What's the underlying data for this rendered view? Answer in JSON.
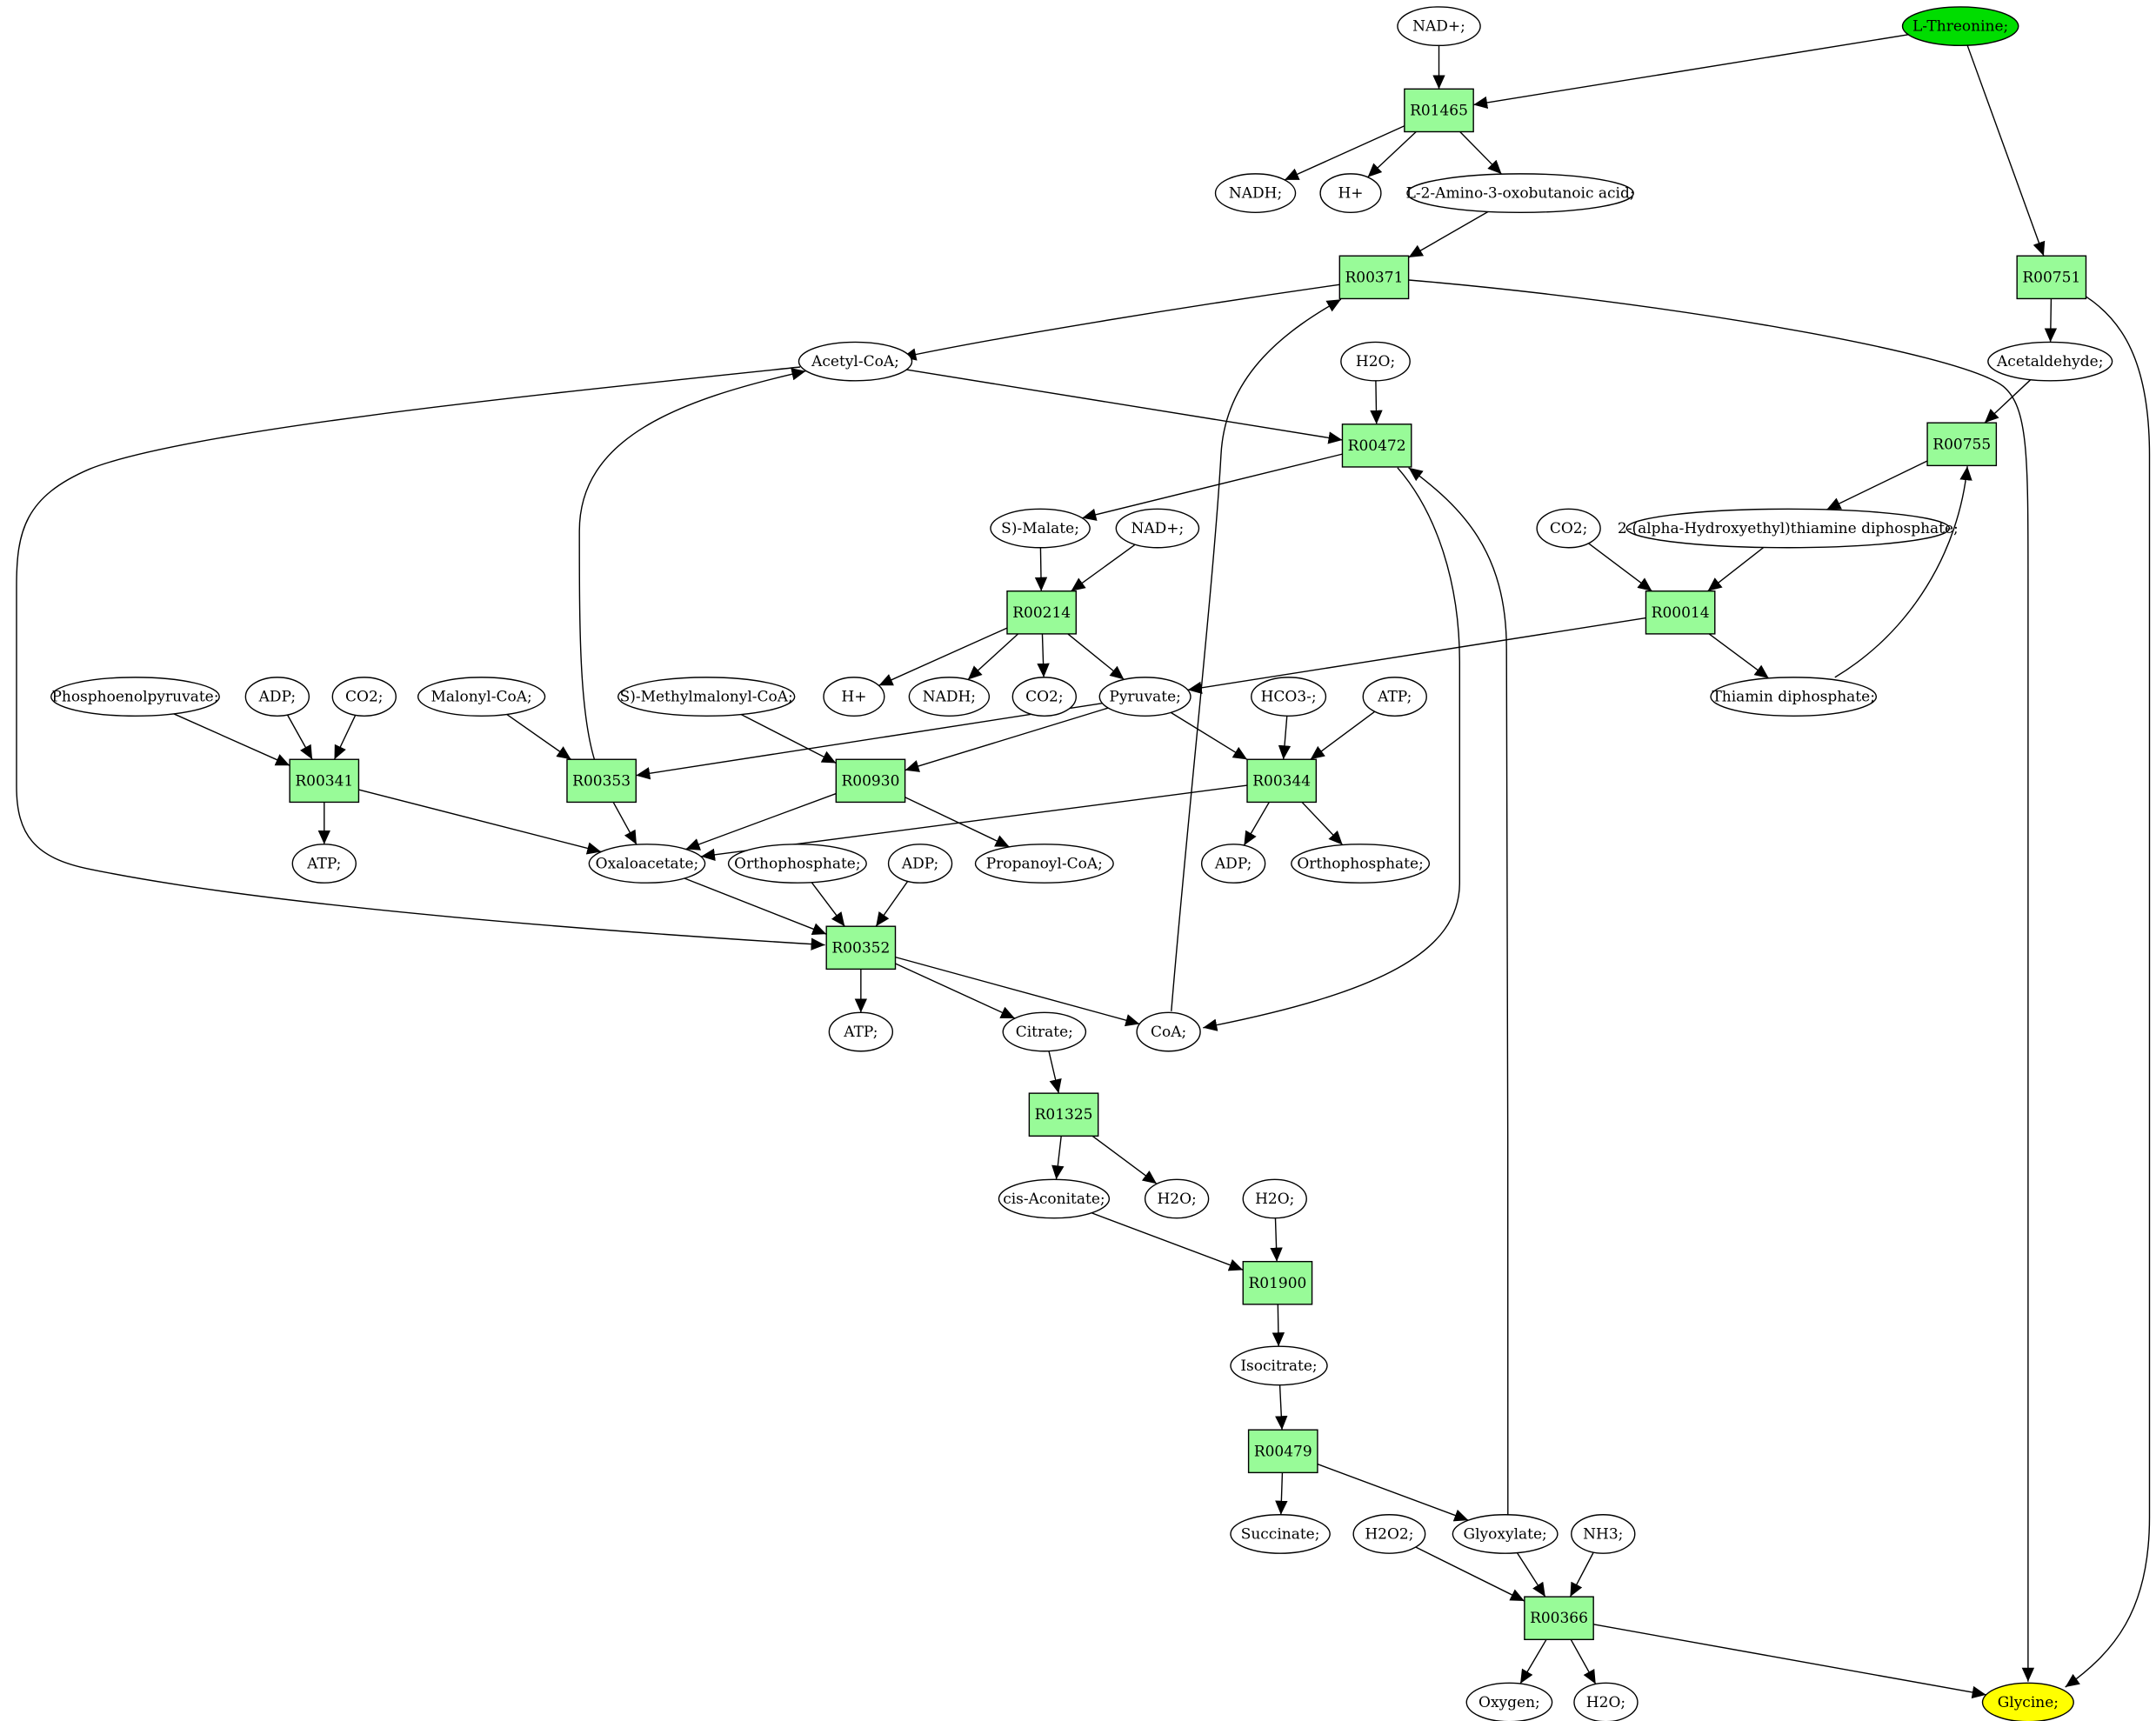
{
  "colors": {
    "reaction_fill": "#98fb98",
    "metabolite_fill": "#ffffff",
    "source_fill": "#00dd00",
    "target_fill": "#ffff00",
    "stroke": "#000000"
  },
  "reactions": {
    "R01465": "R01465",
    "R00371": "R00371",
    "R00751": "R00751",
    "R00472": "R00472",
    "R00755": "R00755",
    "R00214": "R00214",
    "R00014": "R00014",
    "R00341": "R00341",
    "R00353": "R00353",
    "R00930": "R00930",
    "R00344": "R00344",
    "R00352": "R00352",
    "R01325": "R01325",
    "R01900": "R01900",
    "R00479": "R00479",
    "R00366": "R00366"
  },
  "metabolites": {
    "nad_1": "NAD+;",
    "l_threonine": "L-Threonine;",
    "nadh_1": "NADH;",
    "h_1": "H+",
    "amino_oxobutanoate": "L-2-Amino-3-oxobutanoic acid;",
    "acetyl_coa": "Acetyl-CoA;",
    "h2o_1": "H2O;",
    "acetaldehyde": "Acetaldehyde;",
    "s_malate": "S)-Malate;",
    "nad_2": "NAD+;",
    "co2_1": "CO2;",
    "hydroxyethyl_tpp": "2-(alpha-Hydroxyethyl)thiamine diphosphate;",
    "h_2": "H+",
    "nadh_2": "NADH;",
    "co2_2": "CO2;",
    "pyruvate": "Pyruvate;",
    "thiamin_dp": "Thiamin diphosphate;",
    "pep": "Phosphoenolpyruvate;",
    "adp_1": "ADP;",
    "co2_3": "CO2;",
    "malonyl_coa": "Malonyl-CoA;",
    "methylmalonyl_coa": "S)-Methylmalonyl-CoA;",
    "hco3": "HCO3-;",
    "atp_1": "ATP;",
    "atp_2": "ATP;",
    "oxaloacetate": "Oxaloacetate;",
    "orthophosphate_1": "Orthophosphate;",
    "adp_2": "ADP;",
    "propanoyl_coa": "Propanoyl-CoA;",
    "adp_3": "ADP;",
    "orthophosphate_2": "Orthophosphate;",
    "atp_3": "ATP;",
    "citrate": "Citrate;",
    "coa": "CoA;",
    "cis_aconitate": "cis-Aconitate;",
    "h2o_2": "H2O;",
    "h2o_3": "H2O;",
    "isocitrate": "Isocitrate;",
    "succinate": "Succinate;",
    "h2o2": "H2O2;",
    "glyoxylate": "Glyoxylate;",
    "nh3": "NH3;",
    "oxygen": "Oxygen;",
    "h2o_4": "H2O;",
    "glycine": "Glycine;"
  }
}
